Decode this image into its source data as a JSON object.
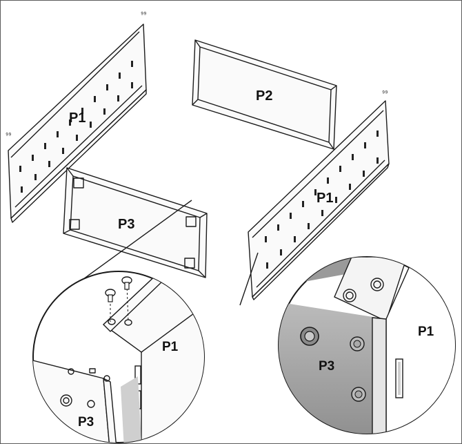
{
  "diagram": {
    "labels": {
      "left_side_panel": "P1",
      "back_panel": "P2",
      "front_panel": "P3",
      "right_side_panel": "P1"
    },
    "detail_left": {
      "side_label": "P1",
      "front_label": "P3"
    },
    "detail_right": {
      "side_label": "P1",
      "front_label": "P3"
    },
    "colors": {
      "line": "#1a1a1a",
      "background": "#ffffff",
      "shade": "#9a9a9a"
    }
  }
}
